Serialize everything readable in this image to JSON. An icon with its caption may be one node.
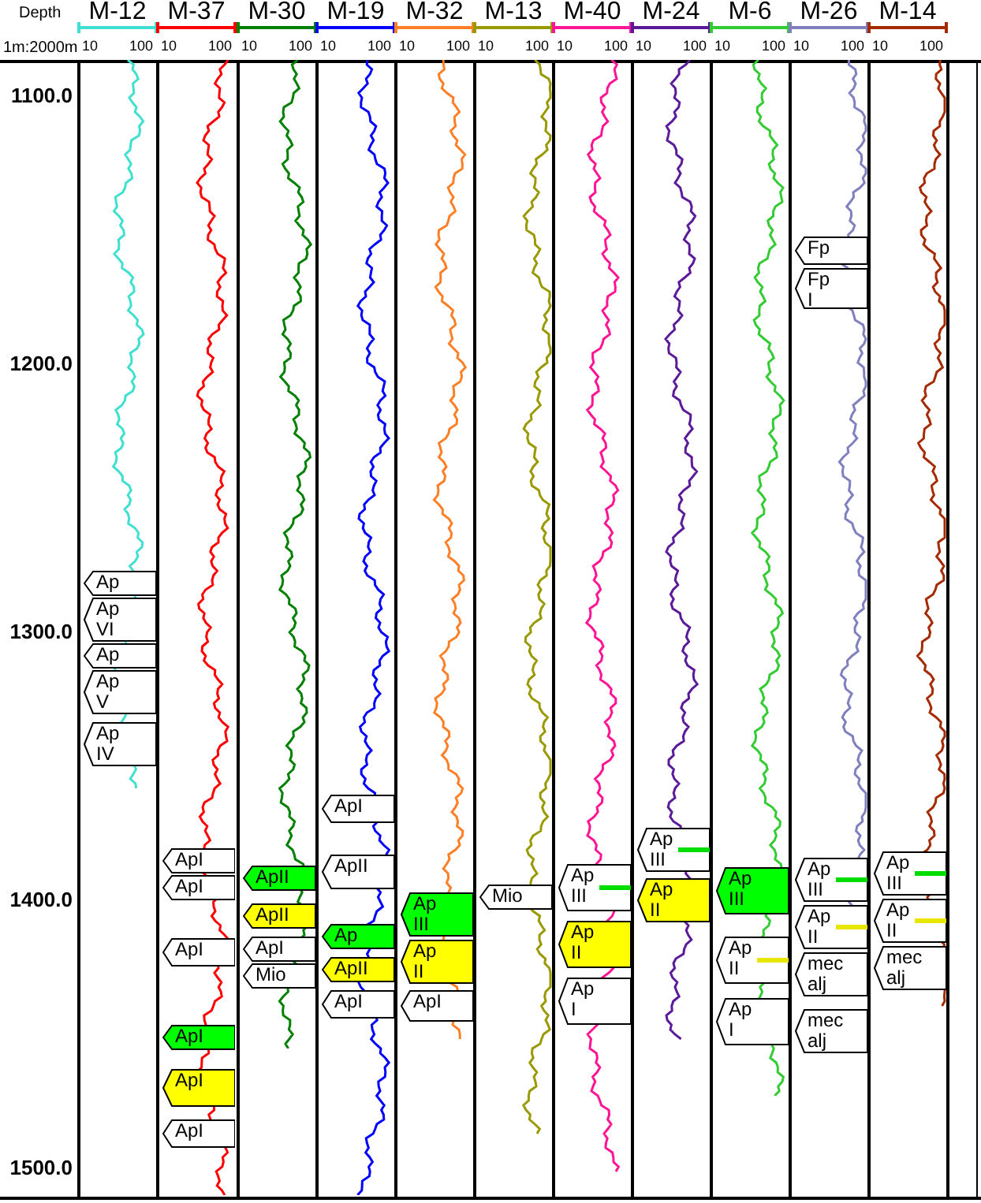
{
  "diagram": {
    "nodes": [
      {
        "text": [
          "M-12"
        ]
      },
      {
        "text": [
          "Ap"
        ],
        "in": 0
      },
      {
        "text": [
          "Ap VI"
        ],
        "in": 0
      },
      {
        "text": [
          "Ap"
        ],
        "in": 0
      },
      {
        "text": [
          "Ap V"
        ],
        "in": 0
      },
      {
        "text": [
          "Ap IV"
        ],
        "in": 0
      },
      {
        "text": [
          "M-37"
        ]
      },
      {
        "text": [
          "ApI"
        ],
        "in": 6
      },
      {
        "text": [
          "ApI"
        ],
        "in": 6
      },
      {
        "text": [
          "ApI"
        ],
        "in": 6
      },
      {
        "text": [
          "ApI"
        ],
        "in": 6
      },
      {
        "text": [
          "ApI"
        ],
        "in": 6
      },
      {
        "text": [
          "ApI"
        ],
        "in": 6
      },
      {
        "text": [
          "M-30"
        ]
      },
      {
        "text": [
          "ApII"
        ],
        "in": 13
      },
      {
        "text": [
          "ApII"
        ],
        "in": 13
      },
      {
        "text": [
          "ApI"
        ],
        "in": 13
      },
      {
        "text": [
          "Mio"
        ],
        "in": 13
      },
      {
        "text": [
          "M-19"
        ]
      },
      {
        "text": [
          "ApI"
        ],
        "in": 18
      },
      {
        "text": [
          "ApII"
        ],
        "in": 18
      },
      {
        "text": [
          "Ap"
        ],
        "in": 18
      },
      {
        "text": [
          "ApII"
        ],
        "in": 18
      },
      {
        "text": [
          "ApI"
        ],
        "in": 18
      },
      {
        "text": [
          "M-32"
        ]
      },
      {
        "text": [
          "Ap III"
        ],
        "in": 24
      },
      {
        "text": [
          "Ap II"
        ],
        "in": 24
      },
      {
        "text": [
          "ApI"
        ],
        "in": 24
      },
      {
        "text": [
          "M-13"
        ]
      },
      {
        "text": [
          "Mio"
        ],
        "in": 28
      },
      {
        "text": [
          "M-40"
        ]
      },
      {
        "text": [
          "Ap III"
        ],
        "in": 30
      },
      {
        "text": [
          "Ap II"
        ],
        "in": 30
      },
      {
        "text": [
          "Ap I"
        ],
        "in": 30
      },
      {
        "text": [
          "M-24"
        ]
      },
      {
        "text": [
          "Ap III"
        ],
        "in": 34
      },
      {
        "text": [
          "Ap II"
        ],
        "in": 34
      },
      {
        "text": [
          "M-6"
        ]
      },
      {
        "text": [
          "Ap III"
        ],
        "in": 37
      },
      {
        "text": [
          "Ap II"
        ],
        "in": 37
      },
      {
        "text": [
          "Ap I"
        ],
        "in": 37
      },
      {
        "text": [
          "M-26"
        ]
      },
      {
        "text": [
          "Fp"
        ],
        "in": 41
      },
      {
        "text": [
          "Fp I"
        ],
        "in": 41
      },
      {
        "text": [
          "Ap III"
        ],
        "in": 41
      },
      {
        "text": [
          "Ap II"
        ],
        "in": 41
      },
      {
        "text": [
          "mec alj"
        ],
        "in": 41
      },
      {
        "text": [
          "mec alj"
        ],
        "in": 41
      },
      {
        "text": [
          "M-14"
        ]
      },
      {
        "text": [
          "Ap III"
        ],
        "in": 48
      },
      {
        "text": [
          "Ap II"
        ],
        "in": 48
      },
      {
        "text": [
          "mec alj"
        ],
        "in": 48
      },
      {
        "text": [],
        "shape": "box"
      }
    ],
    "labels": [
      "Depth",
      "1m:2000m",
      "10",
      "100",
      "10",
      "100",
      "10",
      "100",
      "10",
      "100",
      "10",
      "100",
      "10",
      "100",
      "10",
      "100",
      "10",
      "100",
      "10",
      "100",
      "10",
      "100",
      "10",
      "100",
      "1100.0",
      "1200.0",
      "1300.0",
      "1400.0",
      "1500.0"
    ]
  }
}
